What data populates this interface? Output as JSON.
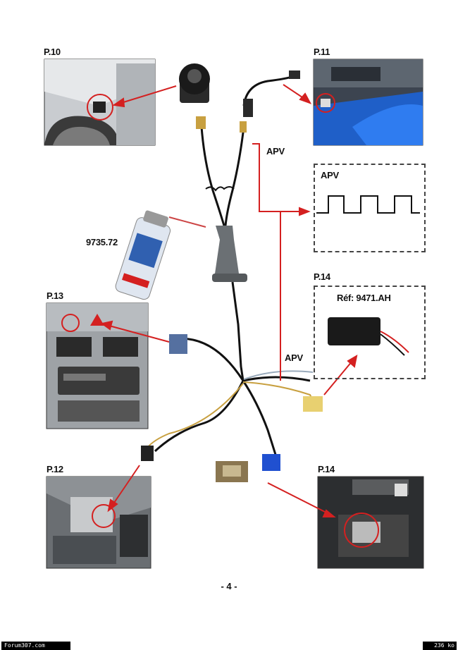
{
  "labels": {
    "p10": "P.10",
    "p11": "P.11",
    "p13": "P.13",
    "p14_top": "P.14",
    "p12": "P.12",
    "p14_bottom": "P.14",
    "apv_wire": "APV",
    "apv_box": "APV",
    "apv_lower": "APV",
    "part_number": "9735.72",
    "ref": "Réf: 9471.AH"
  },
  "page_number": "- 4 -",
  "footer": {
    "site": "Forum307.com",
    "size": "236 ko"
  },
  "colors": {
    "arrow": "#d42020",
    "signal_line": "#d42020",
    "cable": "#111111"
  }
}
